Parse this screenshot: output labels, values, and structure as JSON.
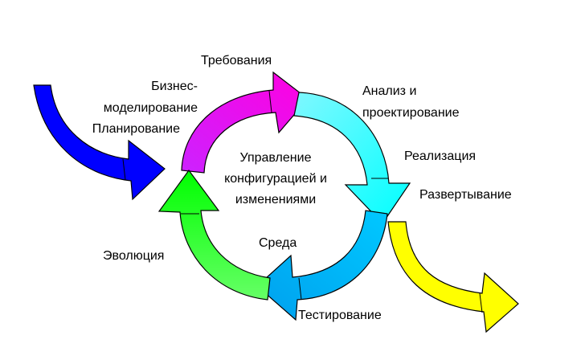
{
  "labels": {
    "requirements": "Требования",
    "business_modeling_1": "Бизнес-",
    "business_modeling_2": "моделирование",
    "planning": "Планирование",
    "analysis_1": "Анализ и",
    "analysis_2": "проектирование",
    "implementation": "Реализация",
    "deployment": "Развертывание",
    "center_1": "Управление",
    "center_2": "конфигурацией и",
    "center_3": "изменениями",
    "environment": "Среда",
    "evolution": "Эволюция",
    "testing": "Тестирование"
  },
  "colors": {
    "requirements": "#ff00ff",
    "analysis": "#00ffff",
    "testing": "#00ccff",
    "evolution": "#00ff00",
    "entry": "#0000ff",
    "exit": "#ffff00",
    "outline": "#000000"
  }
}
